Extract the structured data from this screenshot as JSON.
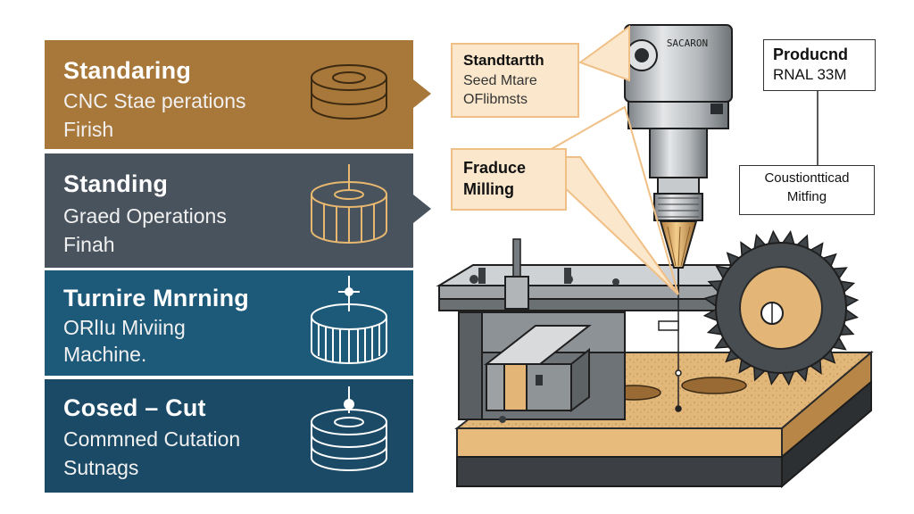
{
  "panels": [
    {
      "title": "Standaring",
      "line1": "CNC Stae perations",
      "line2": "Firish",
      "color": "#a8773a"
    },
    {
      "title": "Standing",
      "line1": "Graed Operations",
      "line2": "Finah",
      "color": "#48535d"
    },
    {
      "title": "Turnire Mnrning",
      "line1": "ORlIu Miviing",
      "line2": "Machine.",
      "color": "#1d5978"
    },
    {
      "title": "Cosed – Cut",
      "line1": "Commned Cutation",
      "line2": "Sutnags",
      "color": "#1a4a66"
    }
  ],
  "callouts": {
    "spindle": {
      "line1": "Standtartth",
      "line2": "Seed Mtare",
      "line3": "OFlibmsts"
    },
    "milling": {
      "line1": "Fraduce",
      "line2": "Milling"
    },
    "product": {
      "line1": "Producnd",
      "line2": "RNAL 33M"
    },
    "custom": {
      "line1": "Coustiontticad",
      "line2": "Mitfing"
    }
  },
  "spindle_label": "SACARON",
  "colors": {
    "wood": "#e3b97a",
    "steel": "#b9bcbf",
    "dark": "#3f4346"
  }
}
